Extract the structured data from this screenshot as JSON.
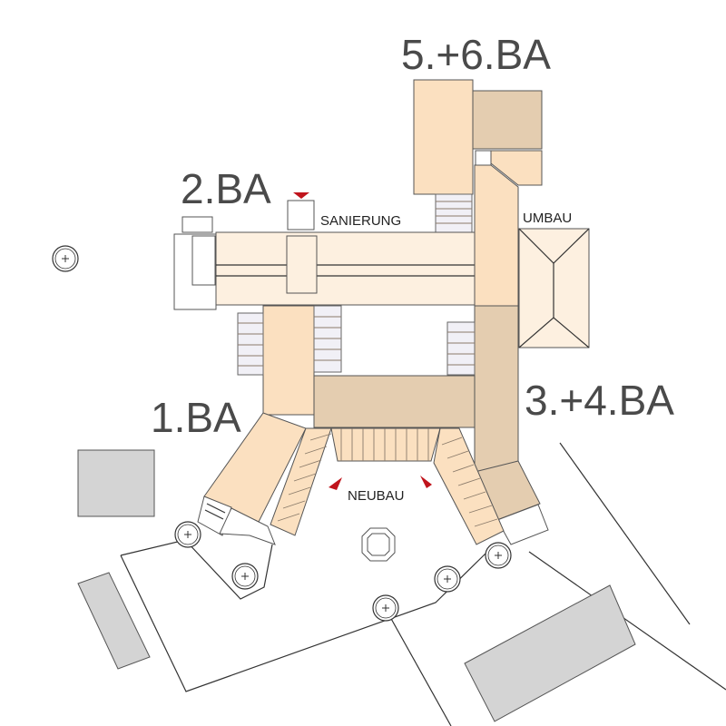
{
  "labels": {
    "ba_56": "5.+6.BA",
    "ba_2": "2.BA",
    "ba_1": "1.BA",
    "ba_34": "3.+4.BA",
    "sanierung": "SANIERUNG",
    "umbau": "UMBAU",
    "neubau": "NEUBAU"
  },
  "colors": {
    "light_fill": "#fdf0e0",
    "mid_fill": "#fbe0c0",
    "dark_fill": "#e4cdb0",
    "neighbor_fill": "#d4d4d4",
    "stair_fill": "#f1f0f6",
    "entrance_marker": "#c0141c"
  }
}
